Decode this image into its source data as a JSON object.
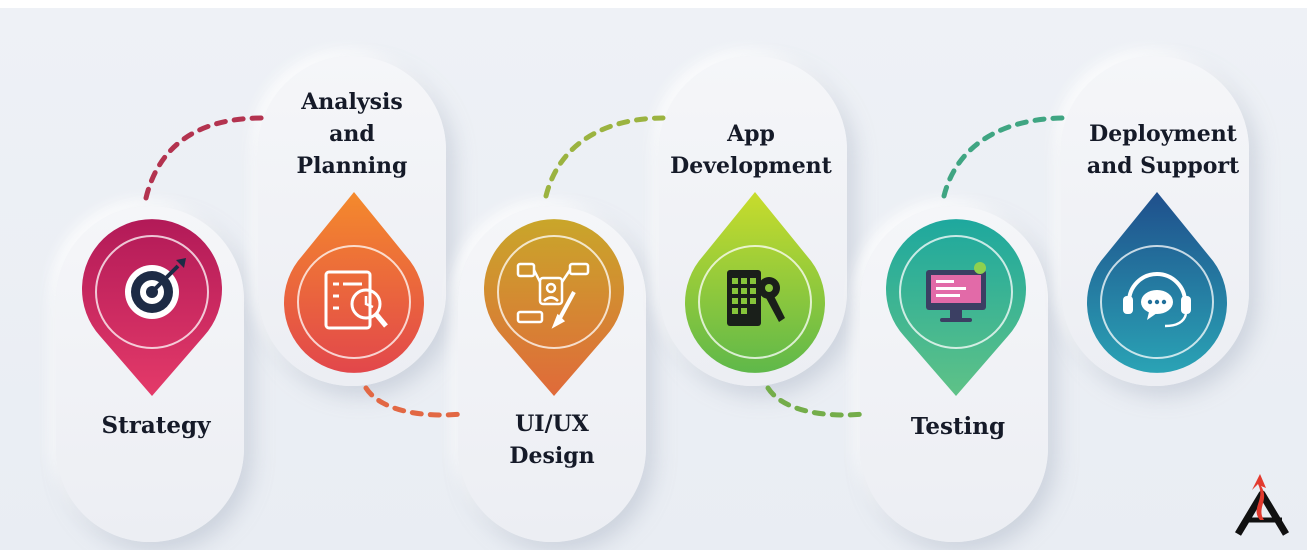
{
  "steps": [
    {
      "label": "Strategy",
      "icon": "target-icon",
      "color": "#d3245f"
    },
    {
      "label": "Analysis\nand\nPlanning",
      "icon": "analysis-report-icon",
      "color": "#ee5a34"
    },
    {
      "label": "UI/UX\nDesign",
      "icon": "ui-ux-design-icon",
      "color": "#c5a01d"
    },
    {
      "label": "App\nDevelopment",
      "icon": "mobile-tools-icon",
      "color": "#86c43a"
    },
    {
      "label": "Testing",
      "icon": "monitor-testing-icon",
      "color": "#2fae93"
    },
    {
      "label": "Deployment\nand Support",
      "icon": "headset-support-icon",
      "color": "#1f6f9a"
    }
  ],
  "connectors": [
    {
      "color": "#b3334f"
    },
    {
      "color": "#e26844"
    },
    {
      "color": "#9bb340"
    },
    {
      "color": "#74ad4a"
    },
    {
      "color": "#3fa582"
    }
  ],
  "logo": {
    "icon": "company-logo-icon",
    "accent": "#e23a2e"
  }
}
